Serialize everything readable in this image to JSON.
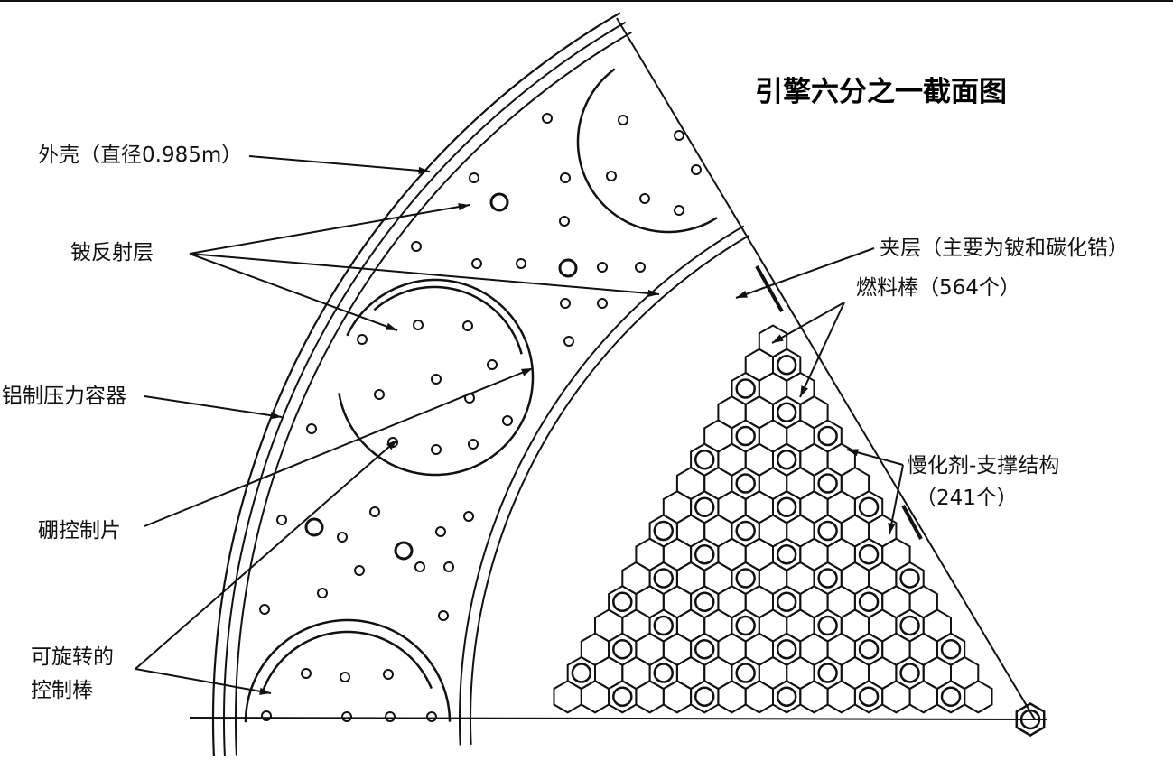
{
  "title": "引擎六分之一截面图",
  "labels": {
    "outer_shell": "外壳（直径0.985m）",
    "be_reflector": "铍反射层",
    "al_vessel": "铝制压力容器",
    "boron_plate": "硼控制片",
    "rotating_rod_1": "可旋转的",
    "rotating_rod_2": "控制棒",
    "interlayer": "夹层（主要为铍和碳化锆）",
    "fuel_rods": "燃料棒（564个）",
    "moderator_1": "慢化剂-支撑结构",
    "moderator_2": "（241个）"
  },
  "colors": {
    "ink": "#111111",
    "background": "#ffffff"
  }
}
